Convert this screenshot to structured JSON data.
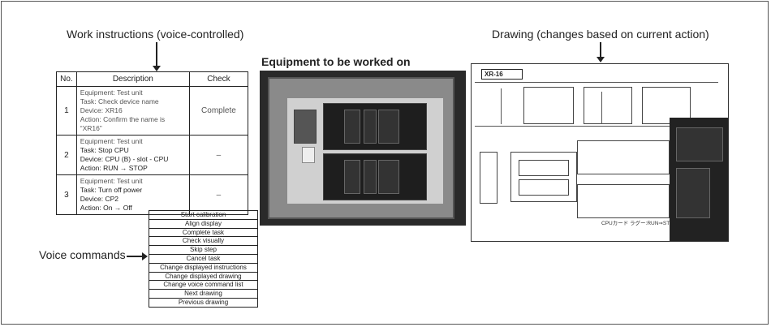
{
  "titles": {
    "work_instructions": "Work instructions (voice-controlled)",
    "drawing": "Drawing (changes based on current action)",
    "equipment": "Equipment to be worked on",
    "voice_commands": "Voice commands"
  },
  "table": {
    "headers": {
      "no": "No.",
      "description": "Description",
      "check": "Check"
    },
    "rows": [
      {
        "no": "1",
        "lines": [
          "Equipment: Test unit",
          "Task: Check device name",
          "Device: XR16",
          "Action: Confirm the name is “XR16”"
        ],
        "check": "Complete"
      },
      {
        "no": "2",
        "lines": [
          "Equipment: Test unit",
          "Task: Stop CPU",
          "Device: CPU (B) - slot - CPU",
          "Action: RUN → STOP"
        ],
        "check": "–"
      },
      {
        "no": "3",
        "lines": [
          "Equipment: Test unit",
          "Task: Turn off power",
          "Device: CP2",
          "Action: On → Off"
        ],
        "check": "–"
      }
    ]
  },
  "voice_commands": [
    "Start calibration",
    "Align display",
    "Complete task",
    "Check visually",
    "Skip step",
    "Cancel task",
    "Change displayed instructions",
    "Change displayed drawing",
    "Change voice command list",
    "Next drawing",
    "Previous drawing"
  ],
  "drawing": {
    "header": "XR-16",
    "cpu_note": "CPUカード ラグー:RUN⇒STOP"
  }
}
